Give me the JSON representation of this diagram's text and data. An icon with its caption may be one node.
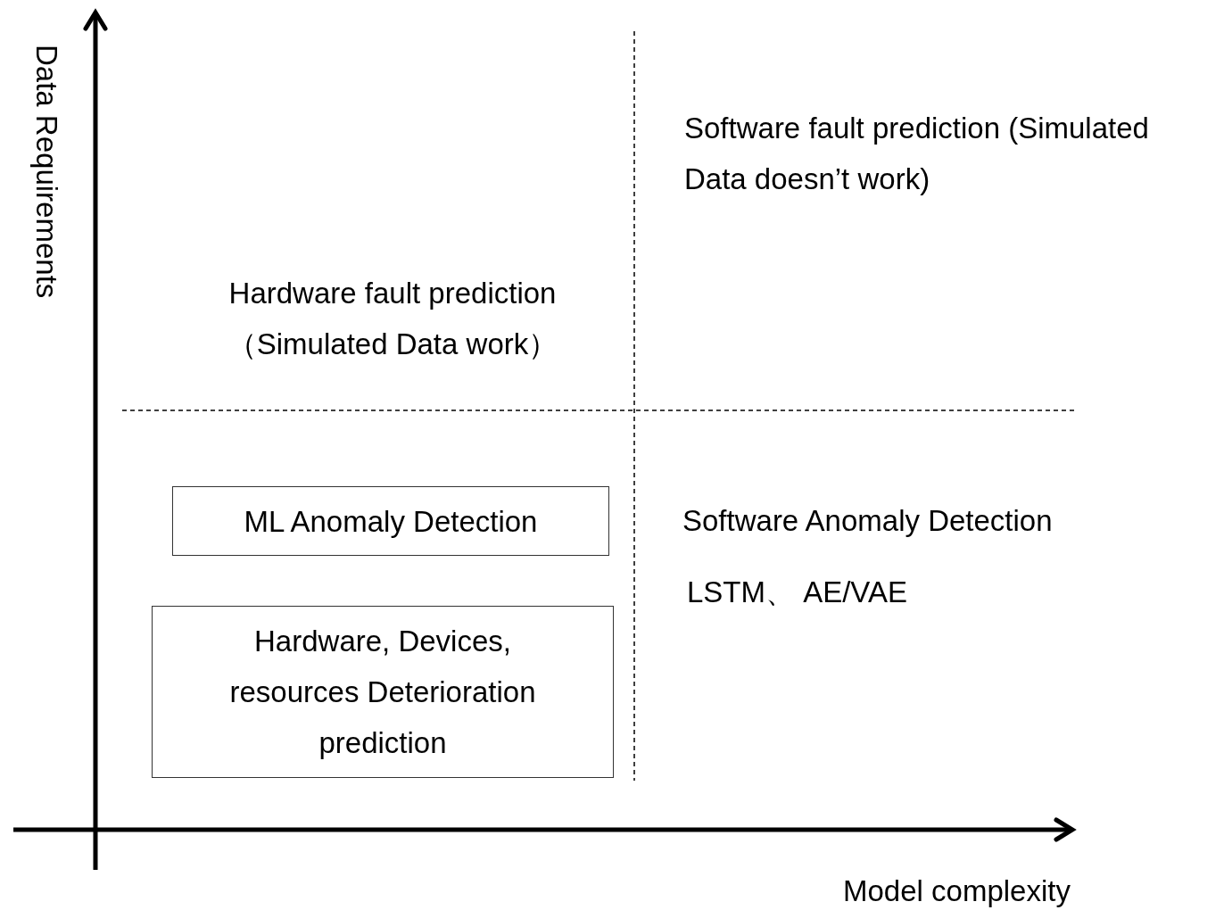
{
  "diagram": {
    "nodes": [
      {
        "text": [
          "ML Anomaly Detection"
        ]
      },
      {
        "text": [
          "Hardware, Devices, resources Deterioration prediction"
        ]
      }
    ],
    "labels": [
      "Data Requirements",
      "Software fault prediction (Simulated Data doesn’t work)",
      "Hardware fault prediction （Simulated Data work）",
      "Software Anomaly Detection",
      "LSTM、 AE/VAE",
      "Model complexity"
    ]
  }
}
